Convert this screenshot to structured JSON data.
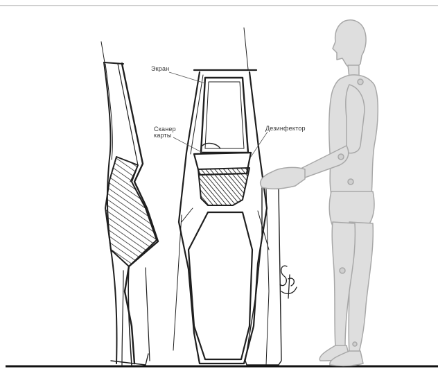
{
  "labels": {
    "screen": "Экран",
    "card_scanner": "Сканер карты",
    "disinfector": "Дезинфектор"
  },
  "signature": "Sp",
  "colors": {
    "stroke": "#1f1f1f",
    "figure_fill": "#dedede",
    "figure_stroke": "#a8a8a8",
    "hatch": "#2a2a2a"
  }
}
